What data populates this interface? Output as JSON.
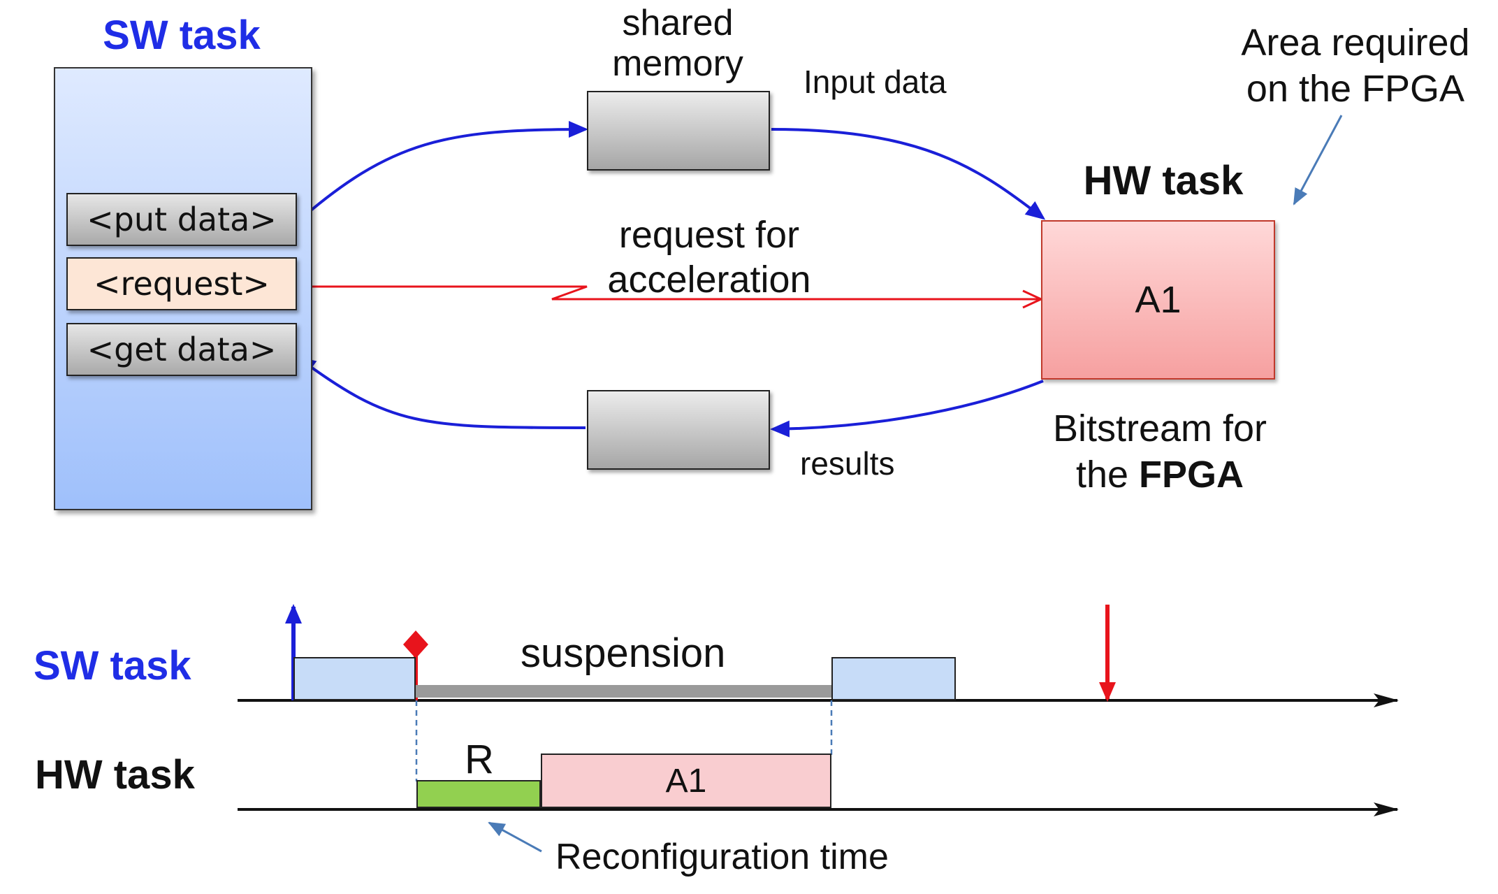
{
  "top": {
    "sw_task_title": "SW task",
    "api_calls": {
      "put": "<put data>",
      "request": "<request>",
      "get": "<get data>"
    },
    "shared_memory": "shared memory",
    "input_data": "Input data",
    "results": "results",
    "request_for_acceleration": "request for acceleration",
    "hw_task_title": "HW task",
    "hw_box_label": "A1",
    "area_required": "Area required on the FPGA",
    "bitstream_prefix": "Bitstream for the",
    "bitstream_bold": "FPGA"
  },
  "timeline": {
    "sw_task_label": "SW task",
    "hw_task_label": "HW task",
    "suspension": "suspension",
    "r_label": "R",
    "a1_label": "A1",
    "reconfiguration_time": "Reconfiguration time"
  },
  "colors": {
    "blue_arrow": "#1a1fd8",
    "red_arrow": "#e8141c",
    "annotation_arrow": "#4a7bb7",
    "sw_label": "#1f2de6",
    "reconf_bar": "#92d050"
  }
}
